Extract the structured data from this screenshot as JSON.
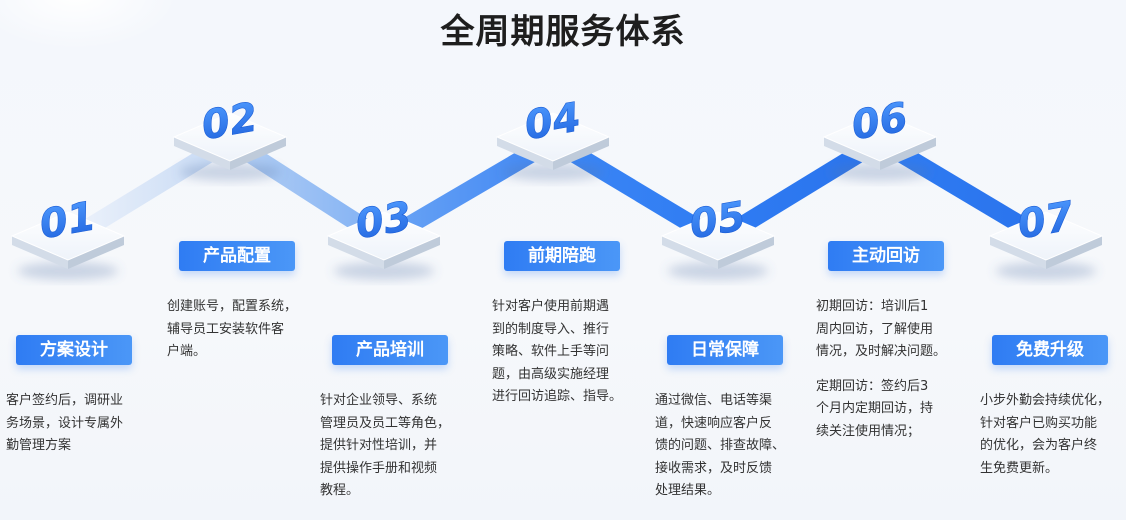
{
  "title": "全周期服务体系",
  "colors": {
    "accent": "#2f7cf3",
    "number": "#2e7bef",
    "text": "#333333"
  },
  "steps": [
    {
      "num": "01",
      "label": "方案设计",
      "desc": [
        "客户签约后，调研业",
        "务场景，设计专属外",
        "勤管理方案"
      ]
    },
    {
      "num": "02",
      "label": "产品配置",
      "desc": [
        "创建账号，配置系统，",
        "辅导员工安装软件客",
        "户端。"
      ]
    },
    {
      "num": "03",
      "label": "产品培训",
      "desc": [
        "针对企业领导、系统",
        "管理员及员工等角色，",
        "提供针对性培训，并",
        "提供操作手册和视频",
        "教程。"
      ]
    },
    {
      "num": "04",
      "label": "前期陪跑",
      "desc": [
        "针对客户使用前期遇",
        "到的制度导入、推行",
        "策略、软件上手等问",
        "题，由高级实施经理",
        "进行回访追踪、指导。"
      ]
    },
    {
      "num": "05",
      "label": "日常保障",
      "desc": [
        "通过微信、电话等渠",
        "道，快速响应客户反",
        "馈的问题、排查故障、",
        "接收需求，及时反馈",
        "处理结果。"
      ]
    },
    {
      "num": "06",
      "label": "主动回访",
      "desc": [
        "初期回访：培训后1",
        "周内回访，了解使用",
        "情况，及时解决问题。"
      ],
      "desc2": [
        "定期回访：签约后3",
        "个月内定期回访，持",
        "续关注使用情况；"
      ]
    },
    {
      "num": "07",
      "label": "免费升级",
      "desc": [
        "小步外勤会持续优化，",
        "针对客户已购买功能",
        "的优化，会为客户终",
        "生免费更新。"
      ]
    }
  ]
}
